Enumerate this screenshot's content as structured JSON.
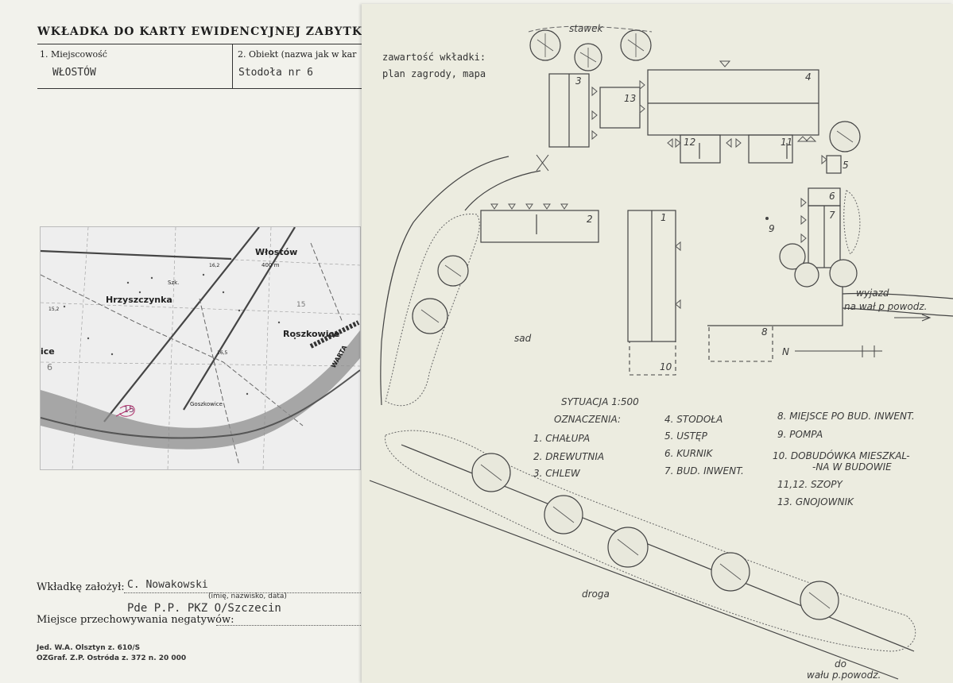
{
  "card": {
    "title": "WKŁADKA DO KARTY EWIDENCYJNEJ ZABYTKÓW AR",
    "field1_label": "1. Miejscowość",
    "field1_value": "WŁOSTÓW",
    "field2_label": "2. Obiekt (nazwa jak w kar",
    "field2_value": "Stodoła nr 6",
    "author_label": "Wkładkę założył:",
    "author_value": "C. Nowakowski",
    "author_hint": "(imię, nazwisko, data)",
    "author_org": "Pde P.P. PKZ O/Szczecin",
    "negatives_label": "Miejsce przechowywania negatywów:",
    "footer_line1": "Jed. W.A. Olsztyn z. 610/S",
    "footer_line2": "OZGraf. Z.P. Ostróda z. 372 n. 20 000"
  },
  "map": {
    "labels": [
      "Włostów",
      "Hrzyszczynka",
      "Roszkowice",
      "Goszkowice",
      "WARTA",
      "ice",
      "400 m",
      "15",
      "16,2",
      "15,2",
      "16,5",
      "Szk.",
      "6",
      "15"
    ]
  },
  "sheet": {
    "contents_line1": "zawartość wkładki:",
    "contents_line2": "plan zagrody, mapa",
    "pond": "stawek",
    "orchard": "sad",
    "road": "droga",
    "exit_line1": "wyjazd",
    "exit_line2": "na wał p powodz.",
    "to_line1": "do",
    "to_line2": "wału p.powodz.",
    "north": "N",
    "building_numbers": [
      "1",
      "2",
      "3",
      "4",
      "5",
      "6",
      "7",
      "8",
      "9",
      "10",
      "11",
      "12",
      "13"
    ],
    "legend": {
      "scale": "SYTUACJA 1:500",
      "heading": "OZNACZENIA:",
      "col1": [
        "1. CHAŁUPA",
        "2. DREWUTNIA",
        "3. CHLEW"
      ],
      "col2": [
        "4. STODOŁA",
        "5. USTĘP",
        "6. KURNIK",
        "7. BUD. INWENT."
      ],
      "col3": [
        "8. MIEJSCE PO BUD. INWENT.",
        "9. POMPA",
        "10. DOBUDÓWKA MIESZKAL-",
        "-NA W BUDOWIE",
        "11,12. SZOPY",
        "13. GNOJOWNIK"
      ]
    }
  }
}
